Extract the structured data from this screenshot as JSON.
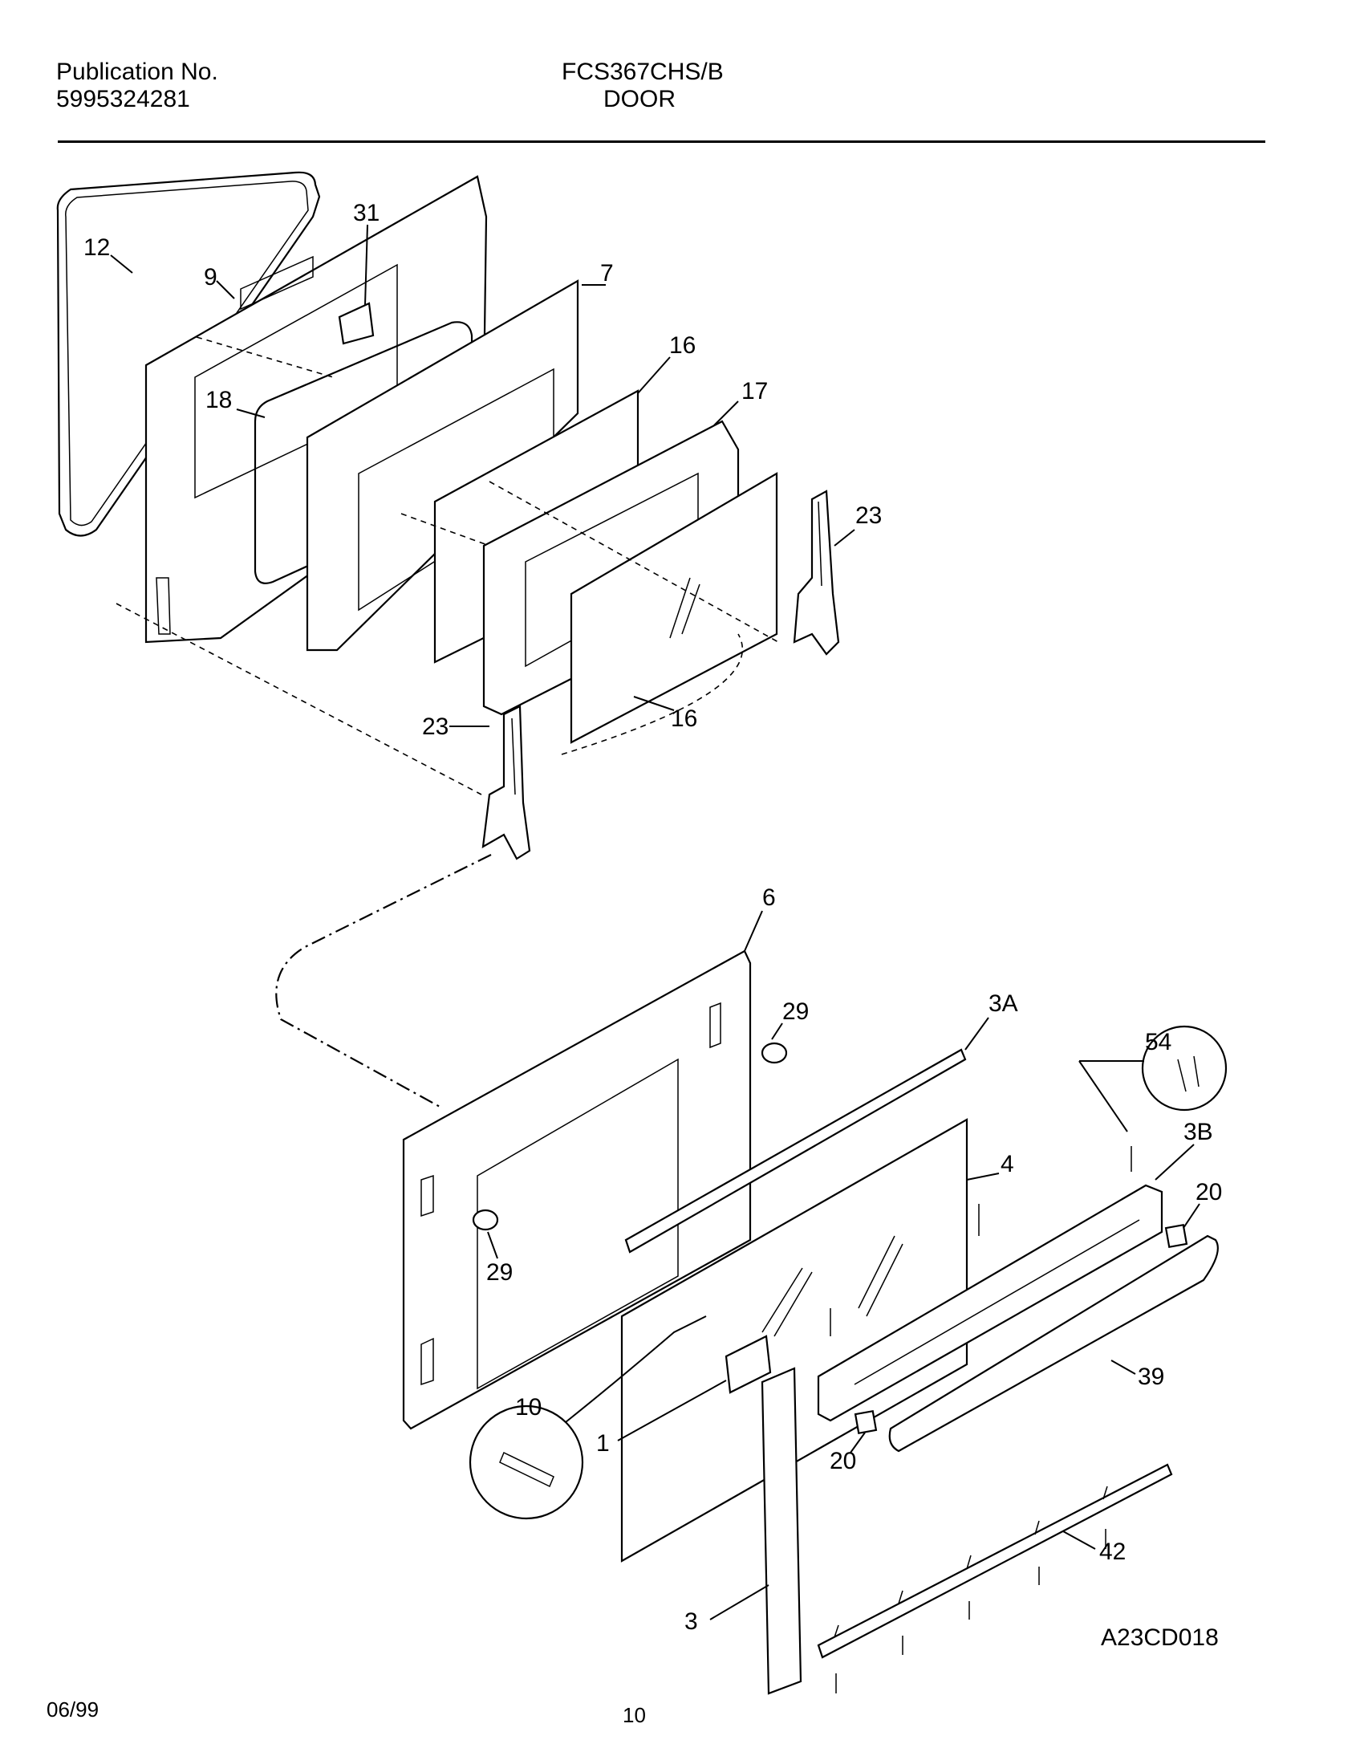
{
  "header": {
    "publication_label": "Publication No.",
    "publication_number": "5995324281",
    "model": "FCS367CHS/B",
    "section": "DOOR"
  },
  "callouts": [
    "12",
    "31",
    "9",
    "7",
    "18",
    "16",
    "17",
    "23",
    "23",
    "16",
    "6",
    "29",
    "3A",
    "54",
    "3B",
    "4",
    "20",
    "29",
    "10",
    "1",
    "20",
    "39",
    "42",
    "3"
  ],
  "footer": {
    "date": "06/99",
    "page": "10",
    "drawing_id": "A23CD018"
  }
}
